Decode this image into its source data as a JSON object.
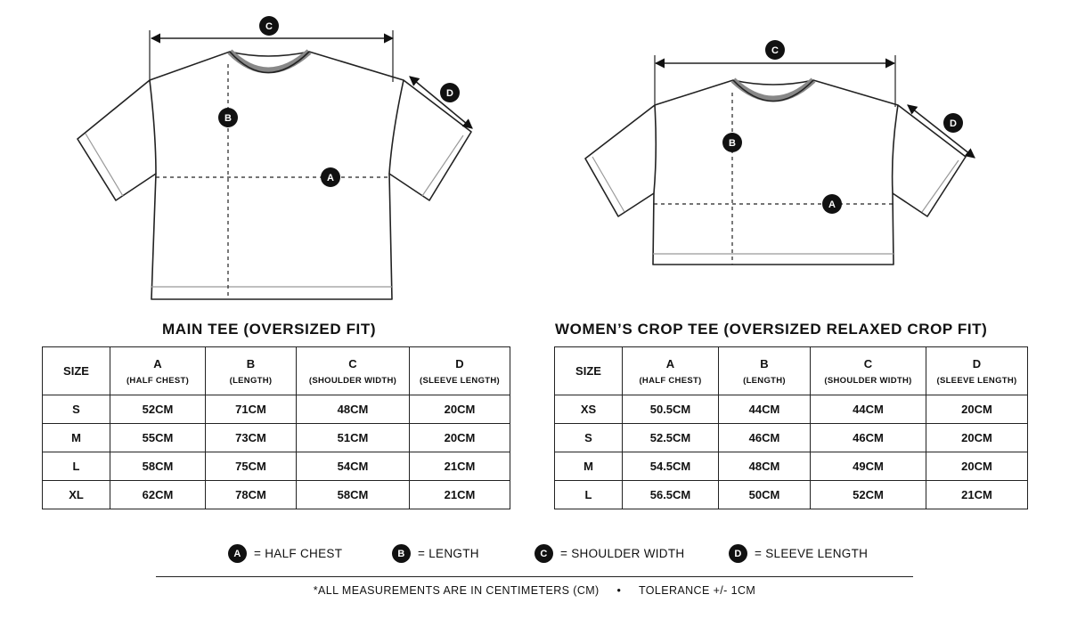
{
  "labels": {
    "a": "A",
    "b": "B",
    "c": "C",
    "d": "D"
  },
  "main_tee": {
    "title": "MAIN TEE (OVERSIZED FIT)",
    "headers": {
      "size": "SIZE",
      "a": "A",
      "a_sub": "(HALF CHEST)",
      "b": "B",
      "b_sub": "(LENGTH)",
      "c": "C",
      "c_sub": "(SHOULDER WIDTH)",
      "d": "D",
      "d_sub": "(SLEEVE LENGTH)"
    },
    "rows": [
      {
        "size": "S",
        "a": "52CM",
        "b": "71CM",
        "c": "48CM",
        "d": "20CM"
      },
      {
        "size": "M",
        "a": "55CM",
        "b": "73CM",
        "c": "51CM",
        "d": "20CM"
      },
      {
        "size": "L",
        "a": "58CM",
        "b": "75CM",
        "c": "54CM",
        "d": "21CM"
      },
      {
        "size": "XL",
        "a": "62CM",
        "b": "78CM",
        "c": "58CM",
        "d": "21CM"
      }
    ]
  },
  "crop_tee": {
    "title": "WOMEN’S CROP TEE (OVERSIZED RELAXED CROP FIT)",
    "headers": {
      "size": "SIZE",
      "a": "A",
      "a_sub": "(HALF CHEST)",
      "b": "B",
      "b_sub": "(LENGTH)",
      "c": "C",
      "c_sub": "(SHOULDER WIDTH)",
      "d": "D",
      "d_sub": "(SLEEVE LENGTH)"
    },
    "rows": [
      {
        "size": "XS",
        "a": "50.5CM",
        "b": "44CM",
        "c": "44CM",
        "d": "20CM"
      },
      {
        "size": "S",
        "a": "52.5CM",
        "b": "46CM",
        "c": "46CM",
        "d": "20CM"
      },
      {
        "size": "M",
        "a": "54.5CM",
        "b": "48CM",
        "c": "49CM",
        "d": "20CM"
      },
      {
        "size": "L",
        "a": "56.5CM",
        "b": "50CM",
        "c": "52CM",
        "d": "21CM"
      }
    ]
  },
  "legend": [
    {
      "key": "A",
      "text": "= HALF CHEST"
    },
    {
      "key": "B",
      "text": "= LENGTH"
    },
    {
      "key": "C",
      "text": "= SHOULDER WIDTH"
    },
    {
      "key": "D",
      "text": "= SLEEVE LENGTH"
    }
  ],
  "footer": {
    "note": "*ALL MEASUREMENTS ARE IN CENTIMETERS (CM)",
    "separator": "•",
    "tolerance": "TOLERANCE +/- 1CM"
  }
}
